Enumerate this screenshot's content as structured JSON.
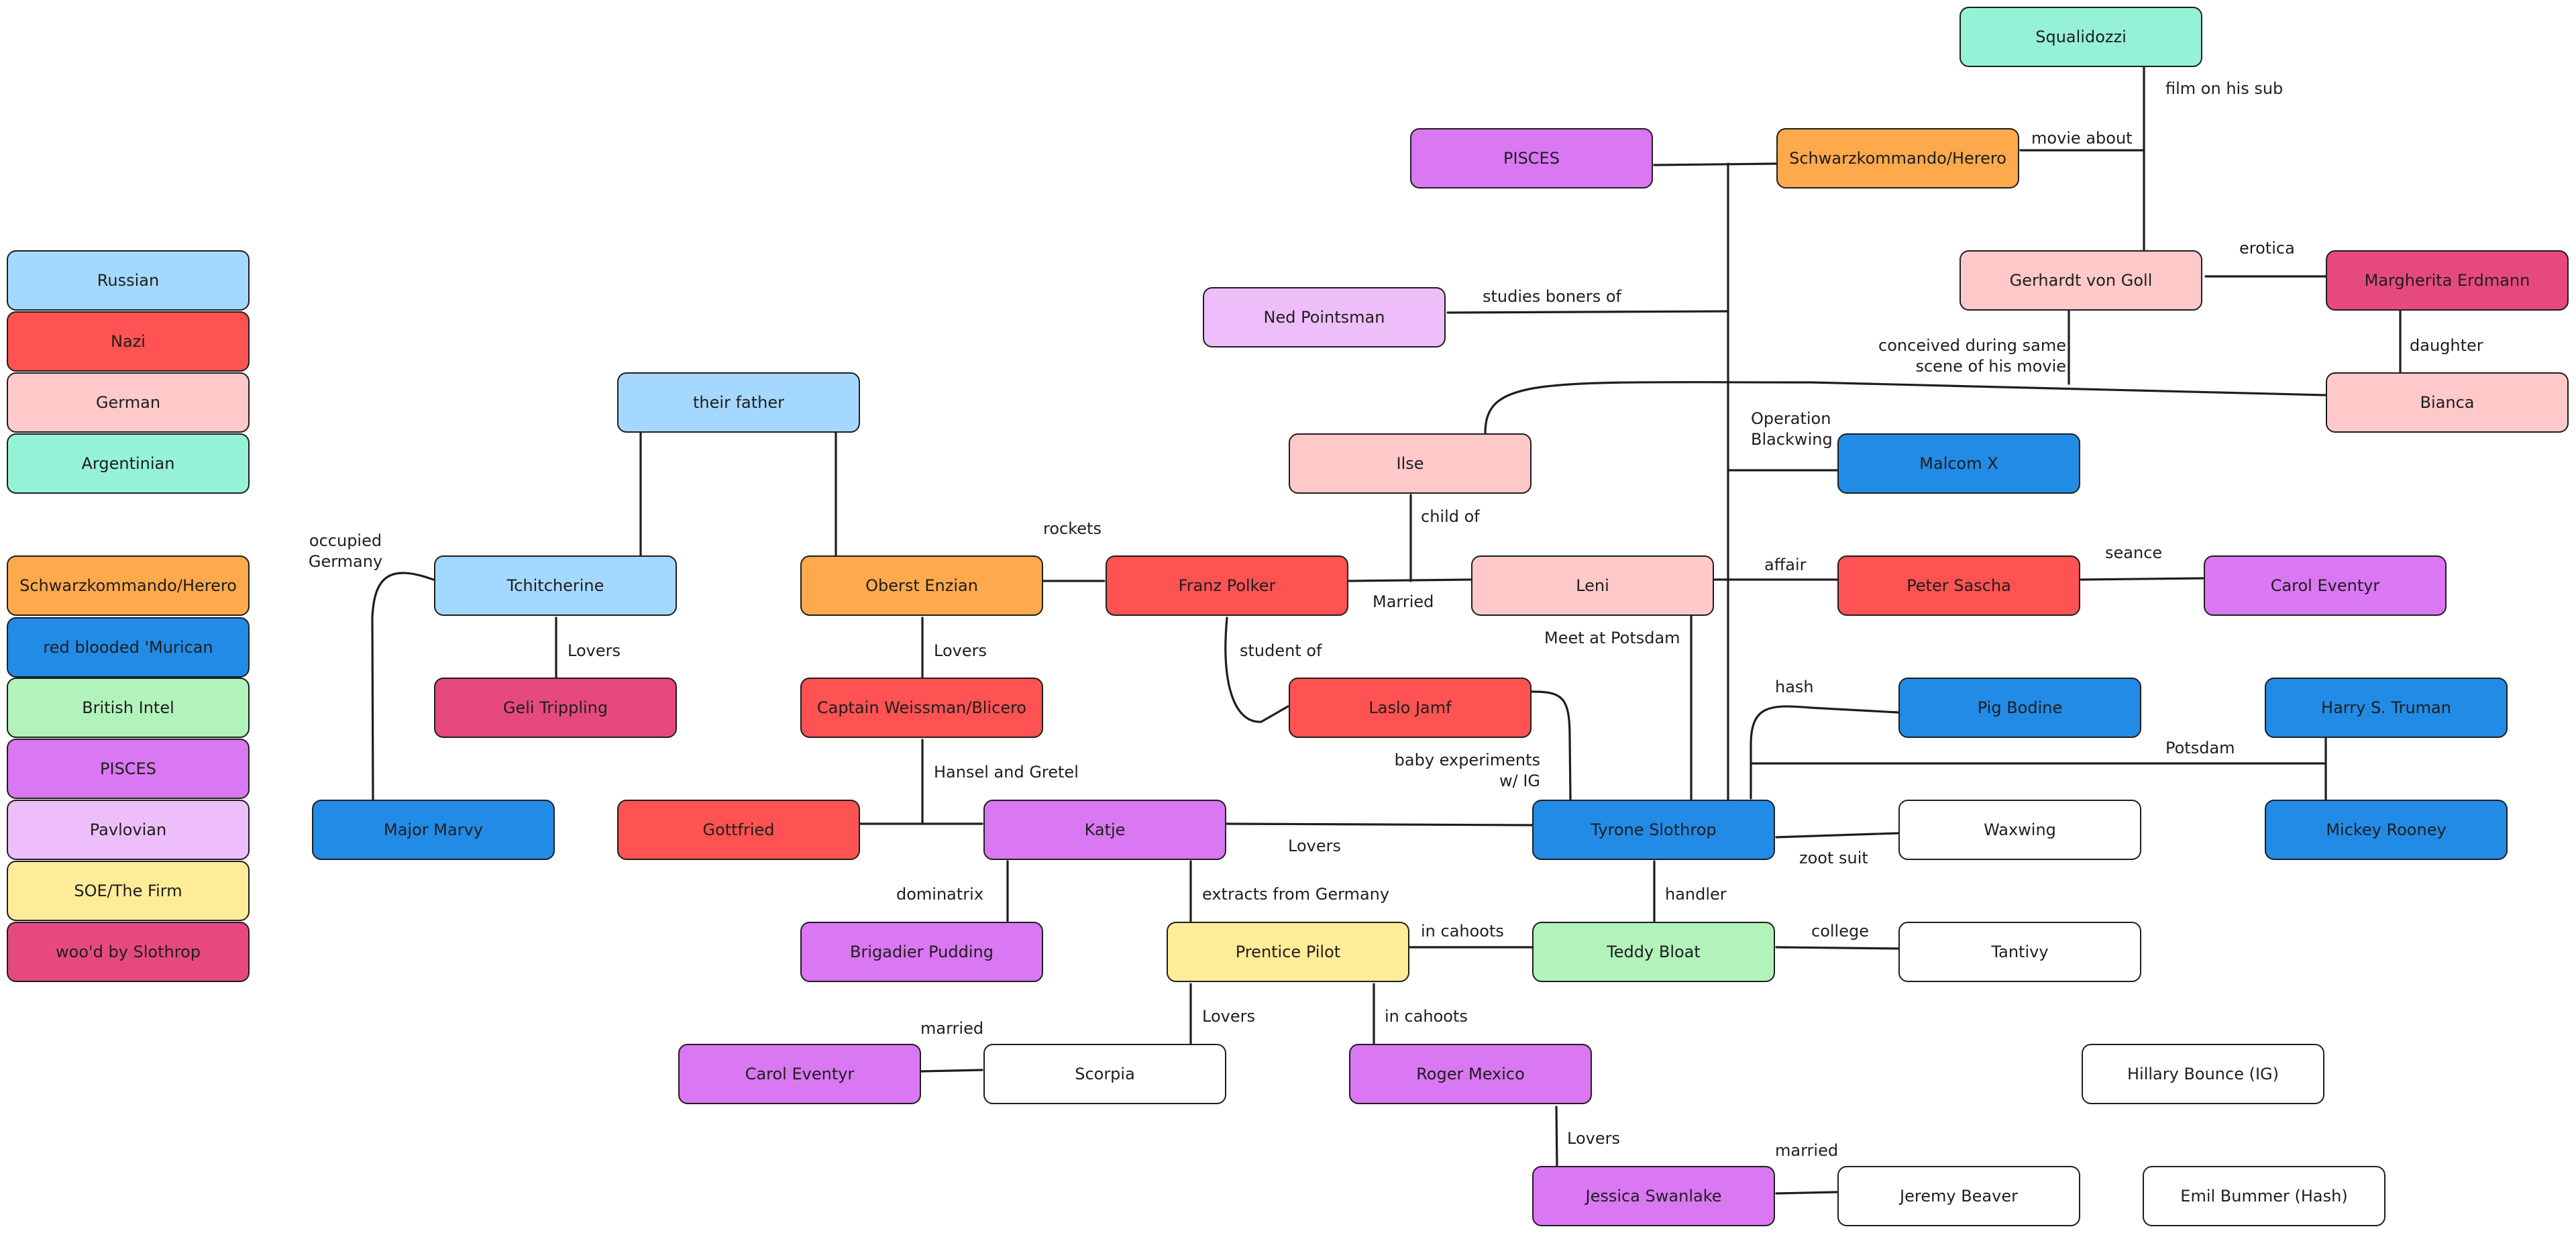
{
  "colors": {
    "russian": "#a5d8ff",
    "nazi": "#ff5252",
    "german": "#ffc9c9",
    "argentinian": "#96f2d7",
    "herero": "#ffa94d",
    "murican": "#228be6",
    "british": "#b2f2bb",
    "pisces": "#da77f2",
    "pavlovian": "#eebefa",
    "firm": "#ffec99",
    "wooed": "#e64980",
    "plain": "#ffffff"
  },
  "legend": {
    "russian": "Russian",
    "nazi": "Nazi",
    "german": "German",
    "argentinian": "Argentinian",
    "herero": "Schwarzkommando/Herero",
    "murican": "red blooded 'Murican",
    "british": "British Intel",
    "pisces": "PISCES",
    "pavlovian": "Pavlovian",
    "firm": "SOE/The Firm",
    "wooed": "woo'd by Slothrop"
  },
  "nodes": {
    "squalidozzi": "Squalidozzi",
    "pisces": "PISCES",
    "schwarzkommando": "Schwarzkommando/Herero",
    "gerhardt": "Gerhardt von Goll",
    "margherita": "Margherita Erdmann",
    "ned": "Ned Pointsman",
    "bianca": "Bianca",
    "their_father": "their father",
    "ilse": "Ilse",
    "malcom": "Malcom X",
    "tchitcherine": "Tchitcherine",
    "enzian": "Oberst Enzian",
    "polker": "Franz Polker",
    "leni": "Leni",
    "sascha": "Peter Sascha",
    "carol1": "Carol Eventyr",
    "geli": "Geli Trippling",
    "weissman": "Captain Weissman/Blicero",
    "jamf": "Laslo Jamf",
    "bodine": "Pig Bodine",
    "truman": "Harry S. Truman",
    "marvy": "Major Marvy",
    "gottfried": "Gottfried",
    "katje": "Katje",
    "slothrop": "Tyrone Slothrop",
    "waxwing": "Waxwing",
    "rooney": "Mickey Rooney",
    "pudding": "Brigadier Pudding",
    "pilot": "Prentice Pilot",
    "bloat": "Teddy Bloat",
    "tantivy": "Tantivy",
    "carol2": "Carol Eventyr",
    "scorpia": "Scorpia",
    "mexico": "Roger Mexico",
    "bounce": "Hillary Bounce (IG)",
    "swanlake": "Jessica Swanlake",
    "beaver": "Jeremy Beaver",
    "bummer": "Emil Bummer (Hash)"
  },
  "edge_labels": {
    "film_on_sub": "film on his sub",
    "movie_about": "movie about",
    "erotica": "erotica",
    "studies_boners": "studies boners of",
    "conceived_1": "conceived during same",
    "conceived_2": "scene of his movie",
    "daughter": "daughter",
    "operation_1": "Operation",
    "operation_2": "Blackwing",
    "occupied_1": "occupied",
    "occupied_2": "Germany",
    "rockets": "rockets",
    "child_of": "child of",
    "affair": "affair",
    "seance": "seance",
    "married_leni": "Married",
    "meet_potsdam": "Meet at Potsdam",
    "lovers_tchit": "Lovers",
    "lovers_enzian": "Lovers",
    "student_of": "student of",
    "hash": "hash",
    "potsdam": "Potsdam",
    "baby_1": "baby experiments",
    "baby_2": "w/ IG",
    "hansel": "Hansel and Gretel",
    "lovers_katje": "Lovers",
    "zoot_suit": "zoot suit",
    "dominatrix": "dominatrix",
    "extracts": "extracts from Germany",
    "handler": "handler",
    "in_cahoots_1": "in cahoots",
    "college": "college",
    "married_scorpia": "married",
    "lovers_pilot": "Lovers",
    "in_cahoots_2": "in cahoots",
    "lovers_mexico": "Lovers",
    "married_beaver": "married"
  }
}
